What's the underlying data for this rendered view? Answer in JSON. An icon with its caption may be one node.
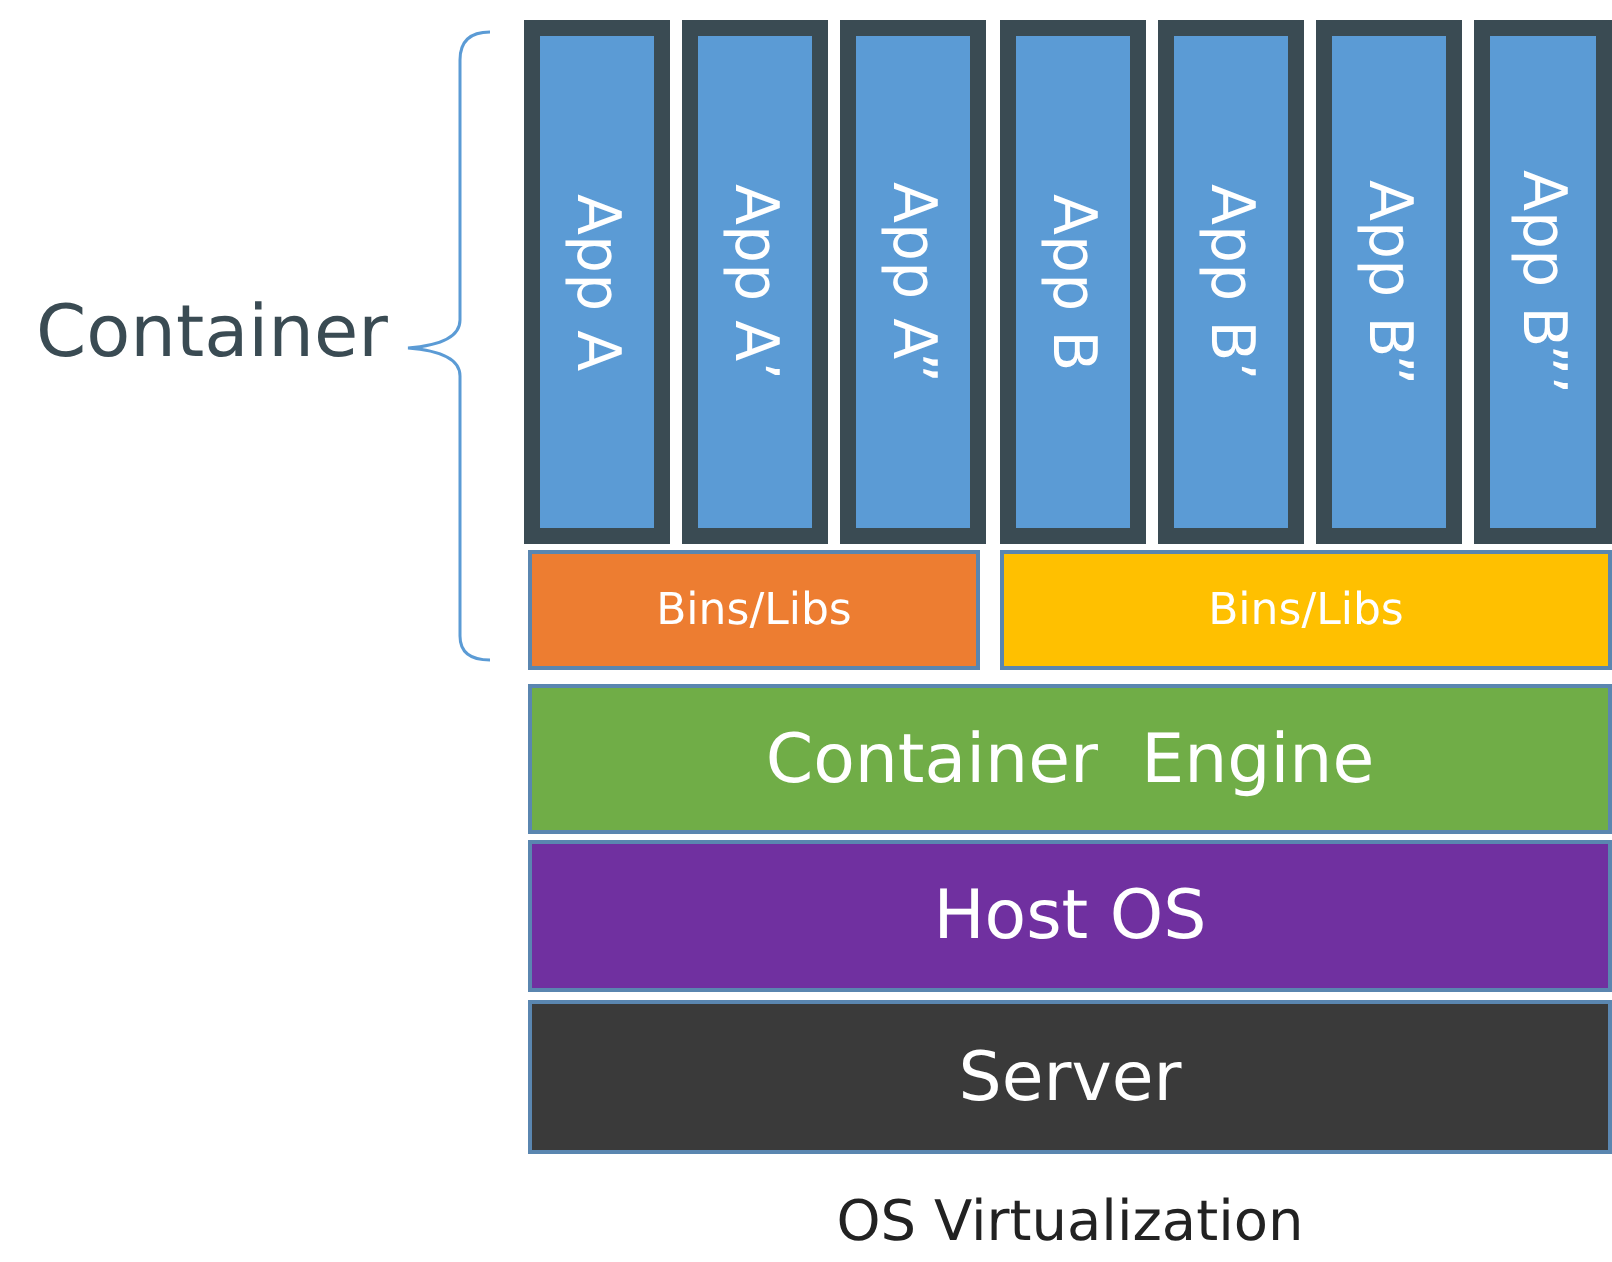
{
  "diagram": {
    "caption": "OS Virtualization",
    "nodes": [
      {
        "text": [
          "App A"
        ]
      },
      {
        "text": [
          "App A’"
        ]
      },
      {
        "text": [
          "App A”"
        ]
      },
      {
        "text": [
          "App B"
        ]
      },
      {
        "text": [
          "App B’"
        ]
      },
      {
        "text": [
          "App B”"
        ]
      },
      {
        "text": [
          "App B”’"
        ]
      },
      {
        "text": [
          "Bins/Libs"
        ]
      },
      {
        "text": [
          "Bins/Libs"
        ]
      },
      {
        "text": [
          "Container  Engine"
        ]
      },
      {
        "text": [
          "Host OS"
        ]
      },
      {
        "text": [
          "Server"
        ]
      }
    ],
    "edges": [],
    "labels": [
      "Container"
    ]
  }
}
